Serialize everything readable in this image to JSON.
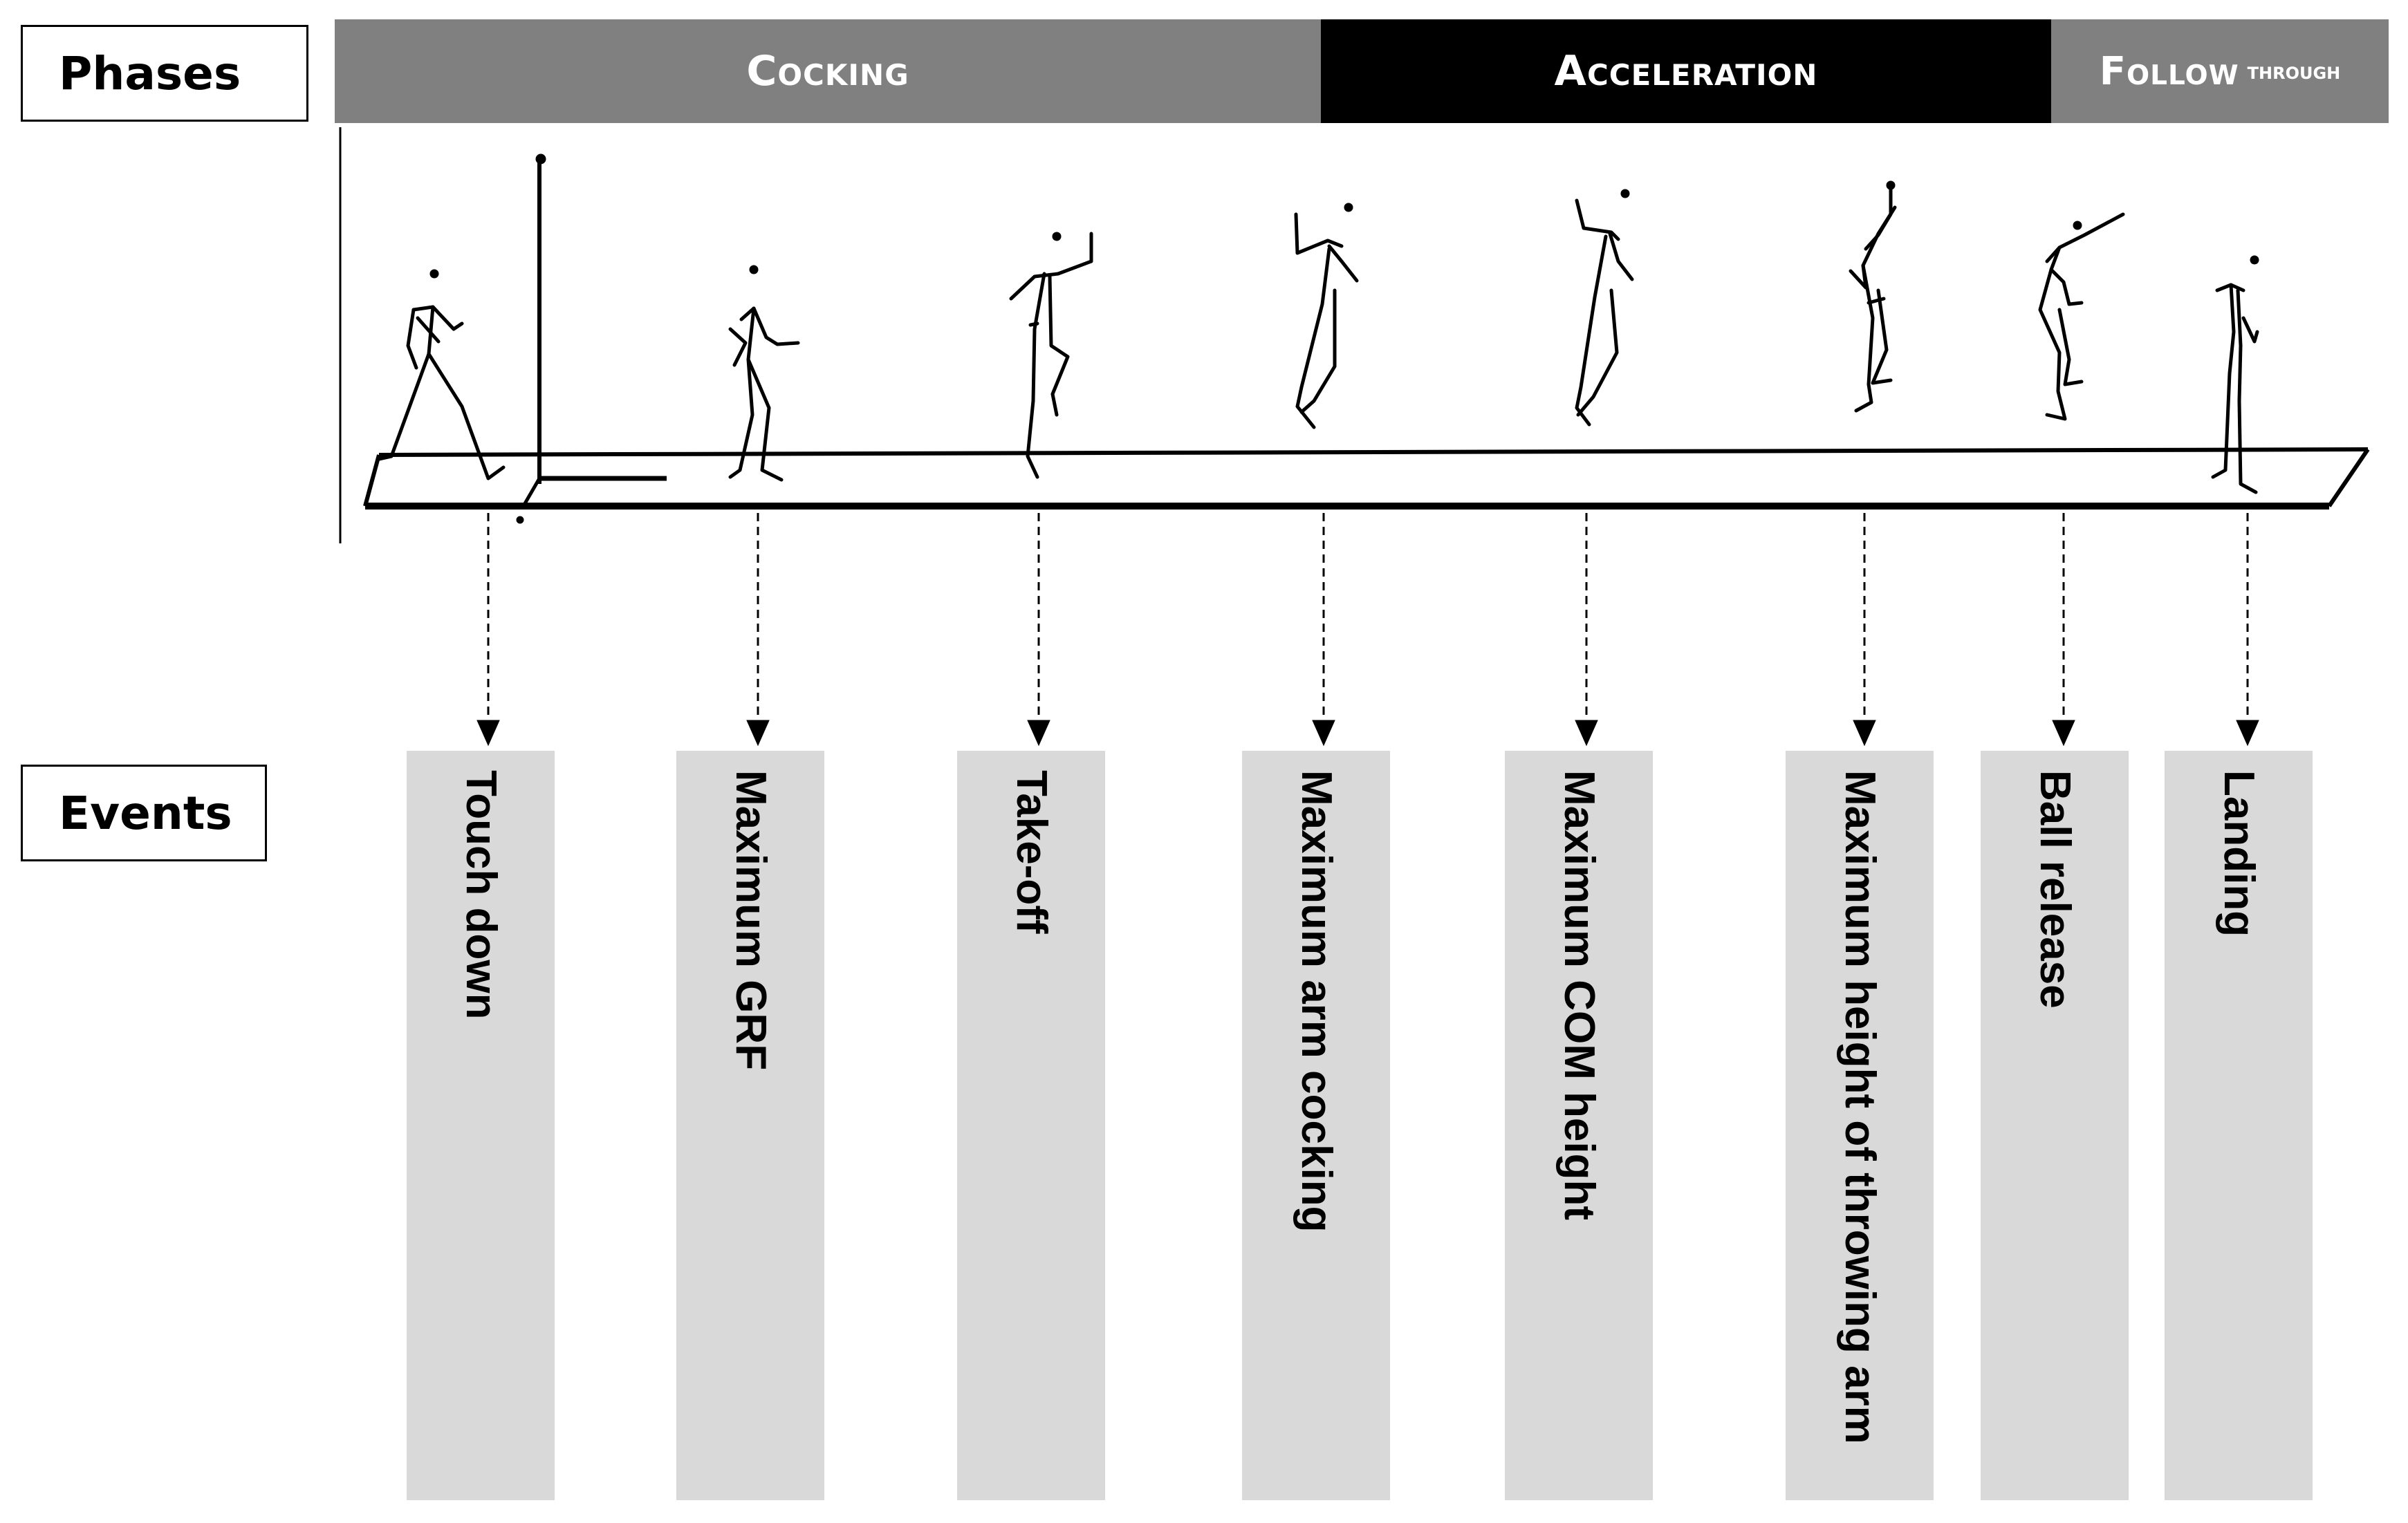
{
  "phases": {
    "label": "Phases",
    "items": {
      "cocking": "Cocking",
      "acceleration": "Acceleration",
      "follow_main": "Follow",
      "follow_small": "through"
    }
  },
  "events": {
    "label": "Events",
    "items": [
      "Touch down",
      "Maximum GRF",
      "Take-off",
      "Maximum arm cocking",
      "Maximum COM height",
      "Maximum height of throwing arm",
      "Ball release",
      "Landing"
    ]
  },
  "colors": {
    "phase_gray": "#808080",
    "phase_black": "#000000",
    "event_box": "#d9d9d9"
  }
}
